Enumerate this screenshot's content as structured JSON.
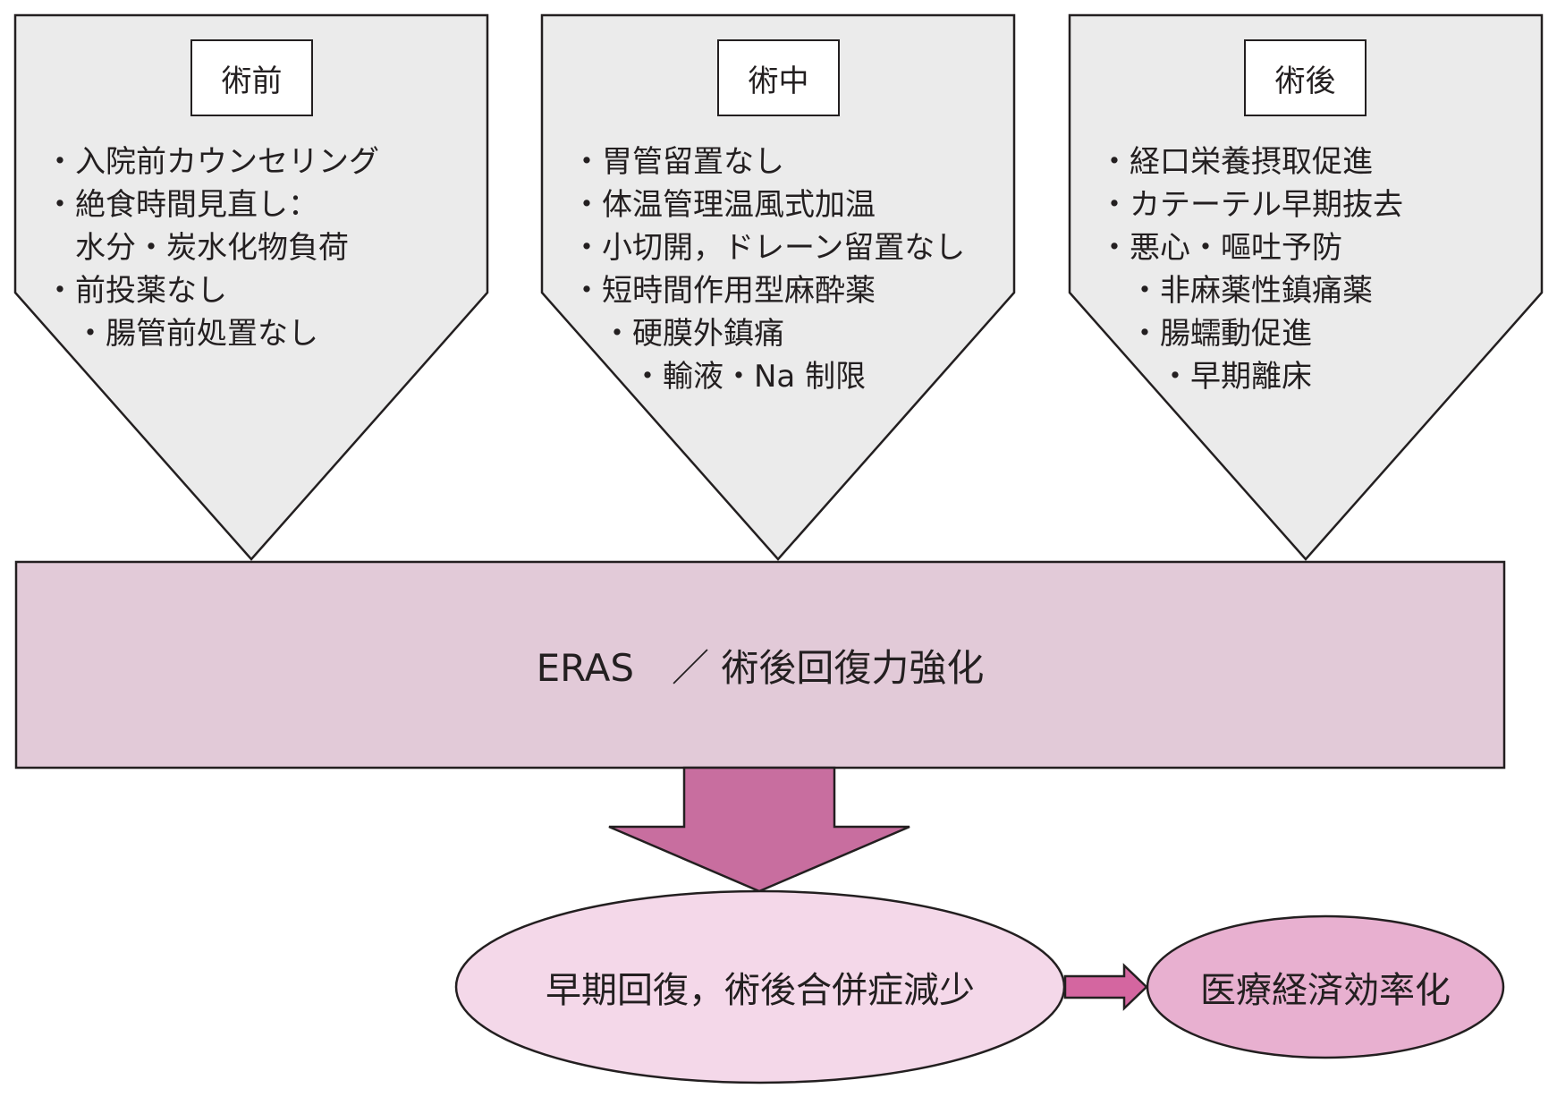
{
  "phases": [
    {
      "title": "術前",
      "items": [
        "・入院前カウンセリング",
        "・絶食時間見直し：",
        "　水分・炭水化物負荷",
        "・前投薬なし",
        "　・腸管前処置なし"
      ]
    },
    {
      "title": "術中",
      "items": [
        "・胃管留置なし",
        "・体温管理温風式加温",
        "・小切開，ドレーン留置なし",
        "・短時間作用型麻酔薬",
        "　・硬膜外鎮痛",
        "　　・輸液・Na 制限"
      ]
    },
    {
      "title": "術後",
      "items": [
        "・経口栄養摂取促進",
        "・カテーテル早期抜去",
        "・悪心・嘔吐予防",
        "　・非麻薬性鎮痛薬",
        "　・腸蠕動促進",
        "　　・早期離床"
      ]
    }
  ],
  "center_box": {
    "label": "ERAS　／ 術後回復力強化"
  },
  "outcome": {
    "label": "早期回復，術後合併症減少"
  },
  "result": {
    "label": "医療経済効率化"
  },
  "colors": {
    "phase_fill": "#ebebeb",
    "center_fill": "#e2cad8",
    "big_arrow": "#c86e9f",
    "outcome_fill": "#f4d8e9",
    "result_fill": "#e8b0d0",
    "small_arrow": "#d466a0",
    "stroke": "#231f20"
  }
}
